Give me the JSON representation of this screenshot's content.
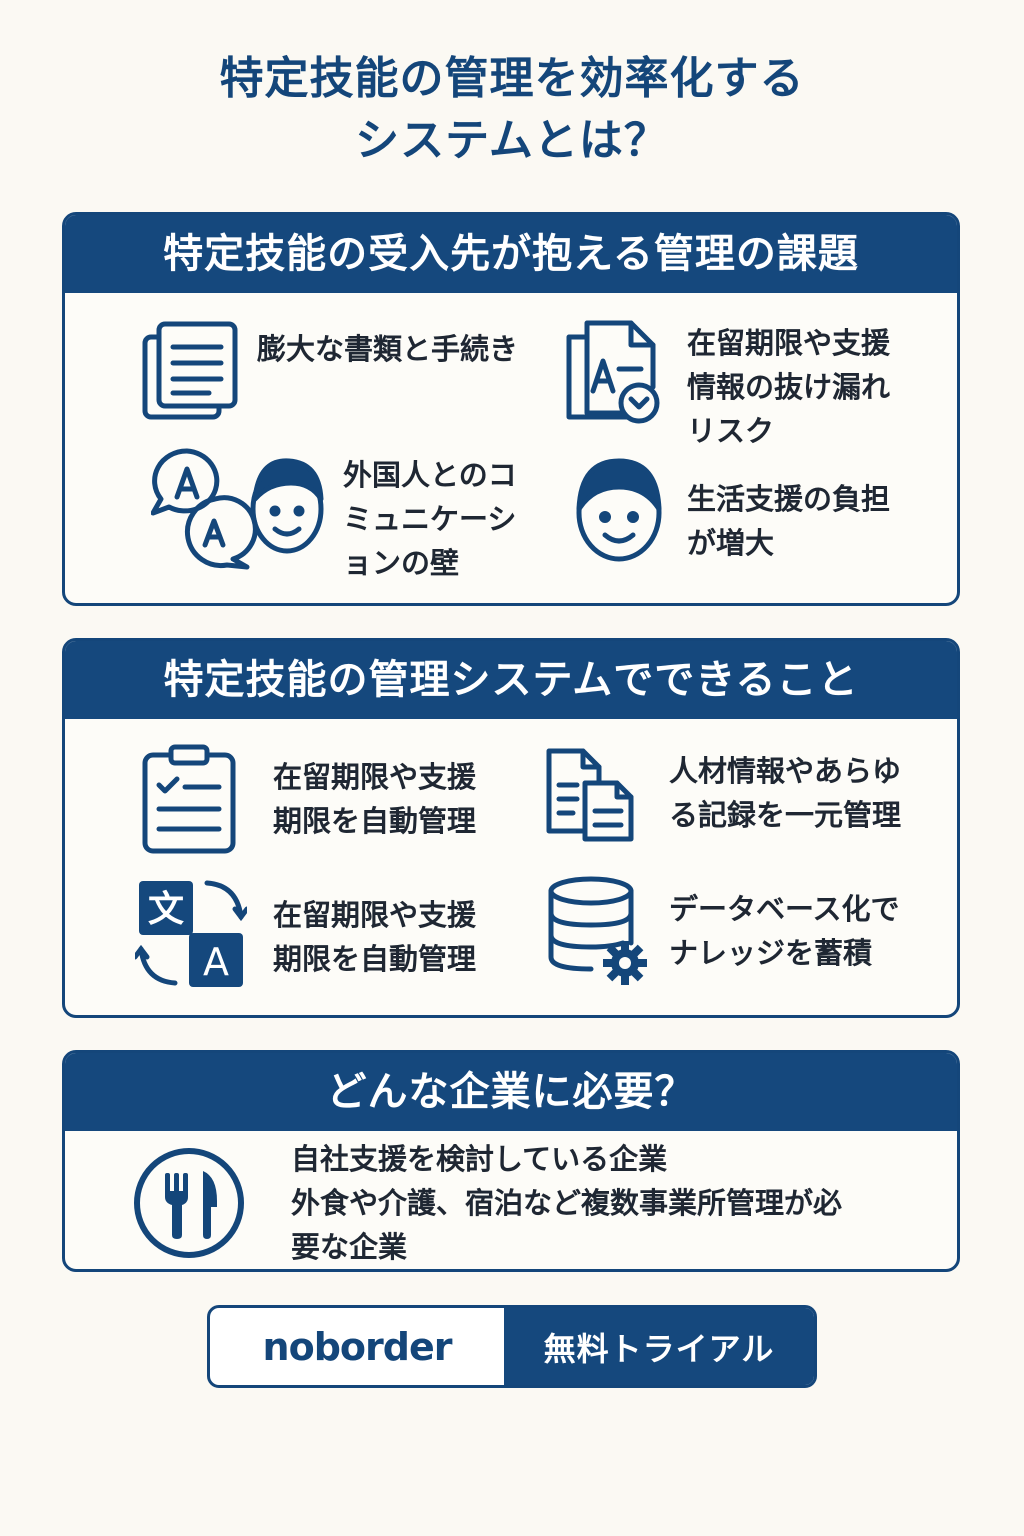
{
  "title": {
    "line1": "特定技能の管理を効率化する",
    "line2": "システムとは？"
  },
  "colors": {
    "navy": "#15487d",
    "background": "#fbf9f3"
  },
  "section1": {
    "heading": "特定技能の受入先が抱える管理の課題",
    "items": [
      {
        "icon": "document-stack-icon",
        "lines": [
          "膨大な書類と手続き"
        ]
      },
      {
        "icon": "translation-document-icon",
        "lines": [
          "在留期限や支援",
          "情報の抜け漏れ",
          "リスク"
        ]
      },
      {
        "icon": "chat-person-icon",
        "lines": [
          "外国人とのコ",
          "ミュニケーシ",
          "ョンの壁"
        ]
      },
      {
        "icon": "person-face-icon",
        "lines": [
          "生活支援の負担",
          "が増大"
        ]
      }
    ]
  },
  "section2": {
    "heading": "特定技能の管理システムでできること",
    "items": [
      {
        "icon": "checklist-clipboard-icon",
        "lines": [
          "在留期限や支援",
          "期限を自動管理"
        ]
      },
      {
        "icon": "documents-icon",
        "lines": [
          "人材情報やあらゆ",
          "る記録を一元管理"
        ]
      },
      {
        "icon": "translate-icon",
        "lines": [
          "在留期限や支援",
          "期限を自動管理"
        ]
      },
      {
        "icon": "database-gear-icon",
        "lines": [
          "データベース化で",
          "ナレッジを蓄積"
        ]
      }
    ]
  },
  "section3": {
    "heading": "どんな企業に必要？",
    "icon": "fork-knife-icon",
    "lines": [
      "自社支援を検討している企業",
      "外食や介護、宿泊など複数事業所管理が必",
      "要な企業"
    ]
  },
  "cta": {
    "logo": "noborder",
    "button": "無料トライアル"
  }
}
